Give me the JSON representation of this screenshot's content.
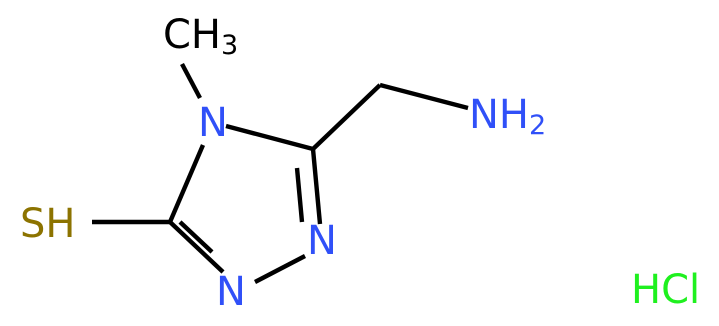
{
  "molecule": {
    "atoms": {
      "methyl": {
        "main": "CH",
        "sub": "3"
      },
      "n4": "N",
      "amine": {
        "main": "NH",
        "sub": "2"
      },
      "thiol": "SH",
      "n2": "N",
      "n1": "N"
    },
    "salt": "HCl"
  },
  "colors": {
    "nitrogen": "#3050F8",
    "sulfur": "#8C7300",
    "chlorine": "#1FF01F",
    "carbon": "#000000",
    "bond": "#000000"
  }
}
